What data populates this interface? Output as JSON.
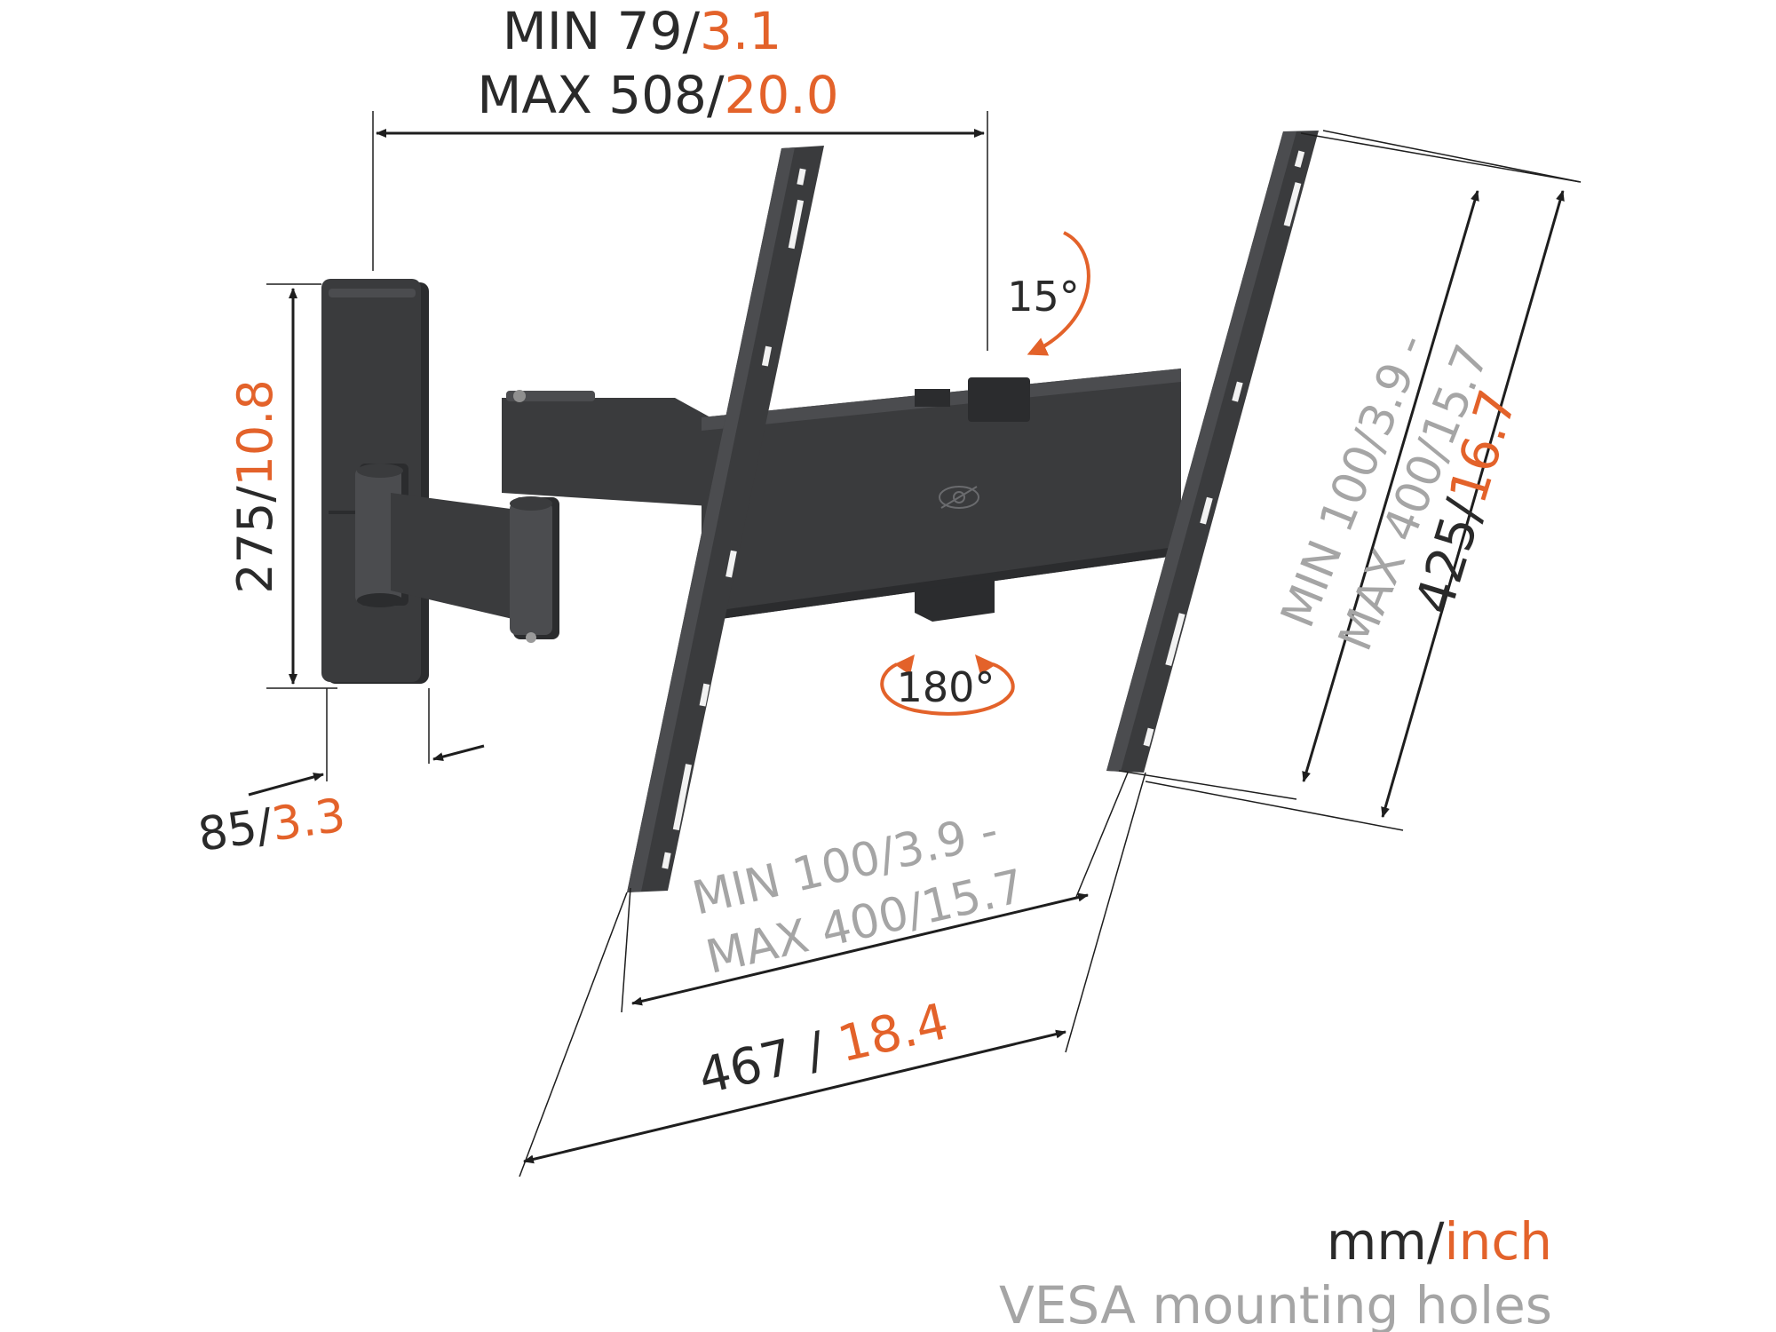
{
  "dimensions": {
    "arm_extension": {
      "min_mm": "MIN 79",
      "min_in": "3.1",
      "max_mm": "MAX 508",
      "max_in": "20.0",
      "separator": "/"
    },
    "wall_plate_height": {
      "mm": "275",
      "in": "10.8",
      "separator": "/"
    },
    "wall_plate_depth": {
      "mm": "85",
      "in": "3.3",
      "separator": "/"
    },
    "vesa_vertical": {
      "line1_mm": "MIN 100",
      "line1_in": "3.9 -",
      "line2_mm": "MAX 400",
      "line2_in": "15.7",
      "separator": "/"
    },
    "vesa_horizontal": {
      "line1_mm": "MIN 100",
      "line1_in": "3.9 -",
      "line2_mm": "MAX 400",
      "line2_in": "15.7",
      "separator": "/"
    },
    "overall_height": {
      "mm": "425",
      "in": "16.7",
      "separator": "/"
    },
    "overall_width": {
      "mm": "467",
      "in": "18.4",
      "separator": " / "
    }
  },
  "rotation": {
    "tilt": "15°",
    "swivel": "180°"
  },
  "legend": {
    "unit_mm": "mm",
    "unit_sep": "/",
    "unit_in": "inch",
    "vesa_note": "VESA mounting holes"
  },
  "colors": {
    "dark_text": "#2a2a2a",
    "inch_orange": "#e3622a",
    "vesa_grey": "#a5a5a5",
    "product_steel": "#3a3b3d"
  },
  "icons": {
    "tilt_arrow": "curved-arrow-icon",
    "swivel_arrow": "circular-arrow-icon",
    "brand_logo": "logo-icon"
  }
}
